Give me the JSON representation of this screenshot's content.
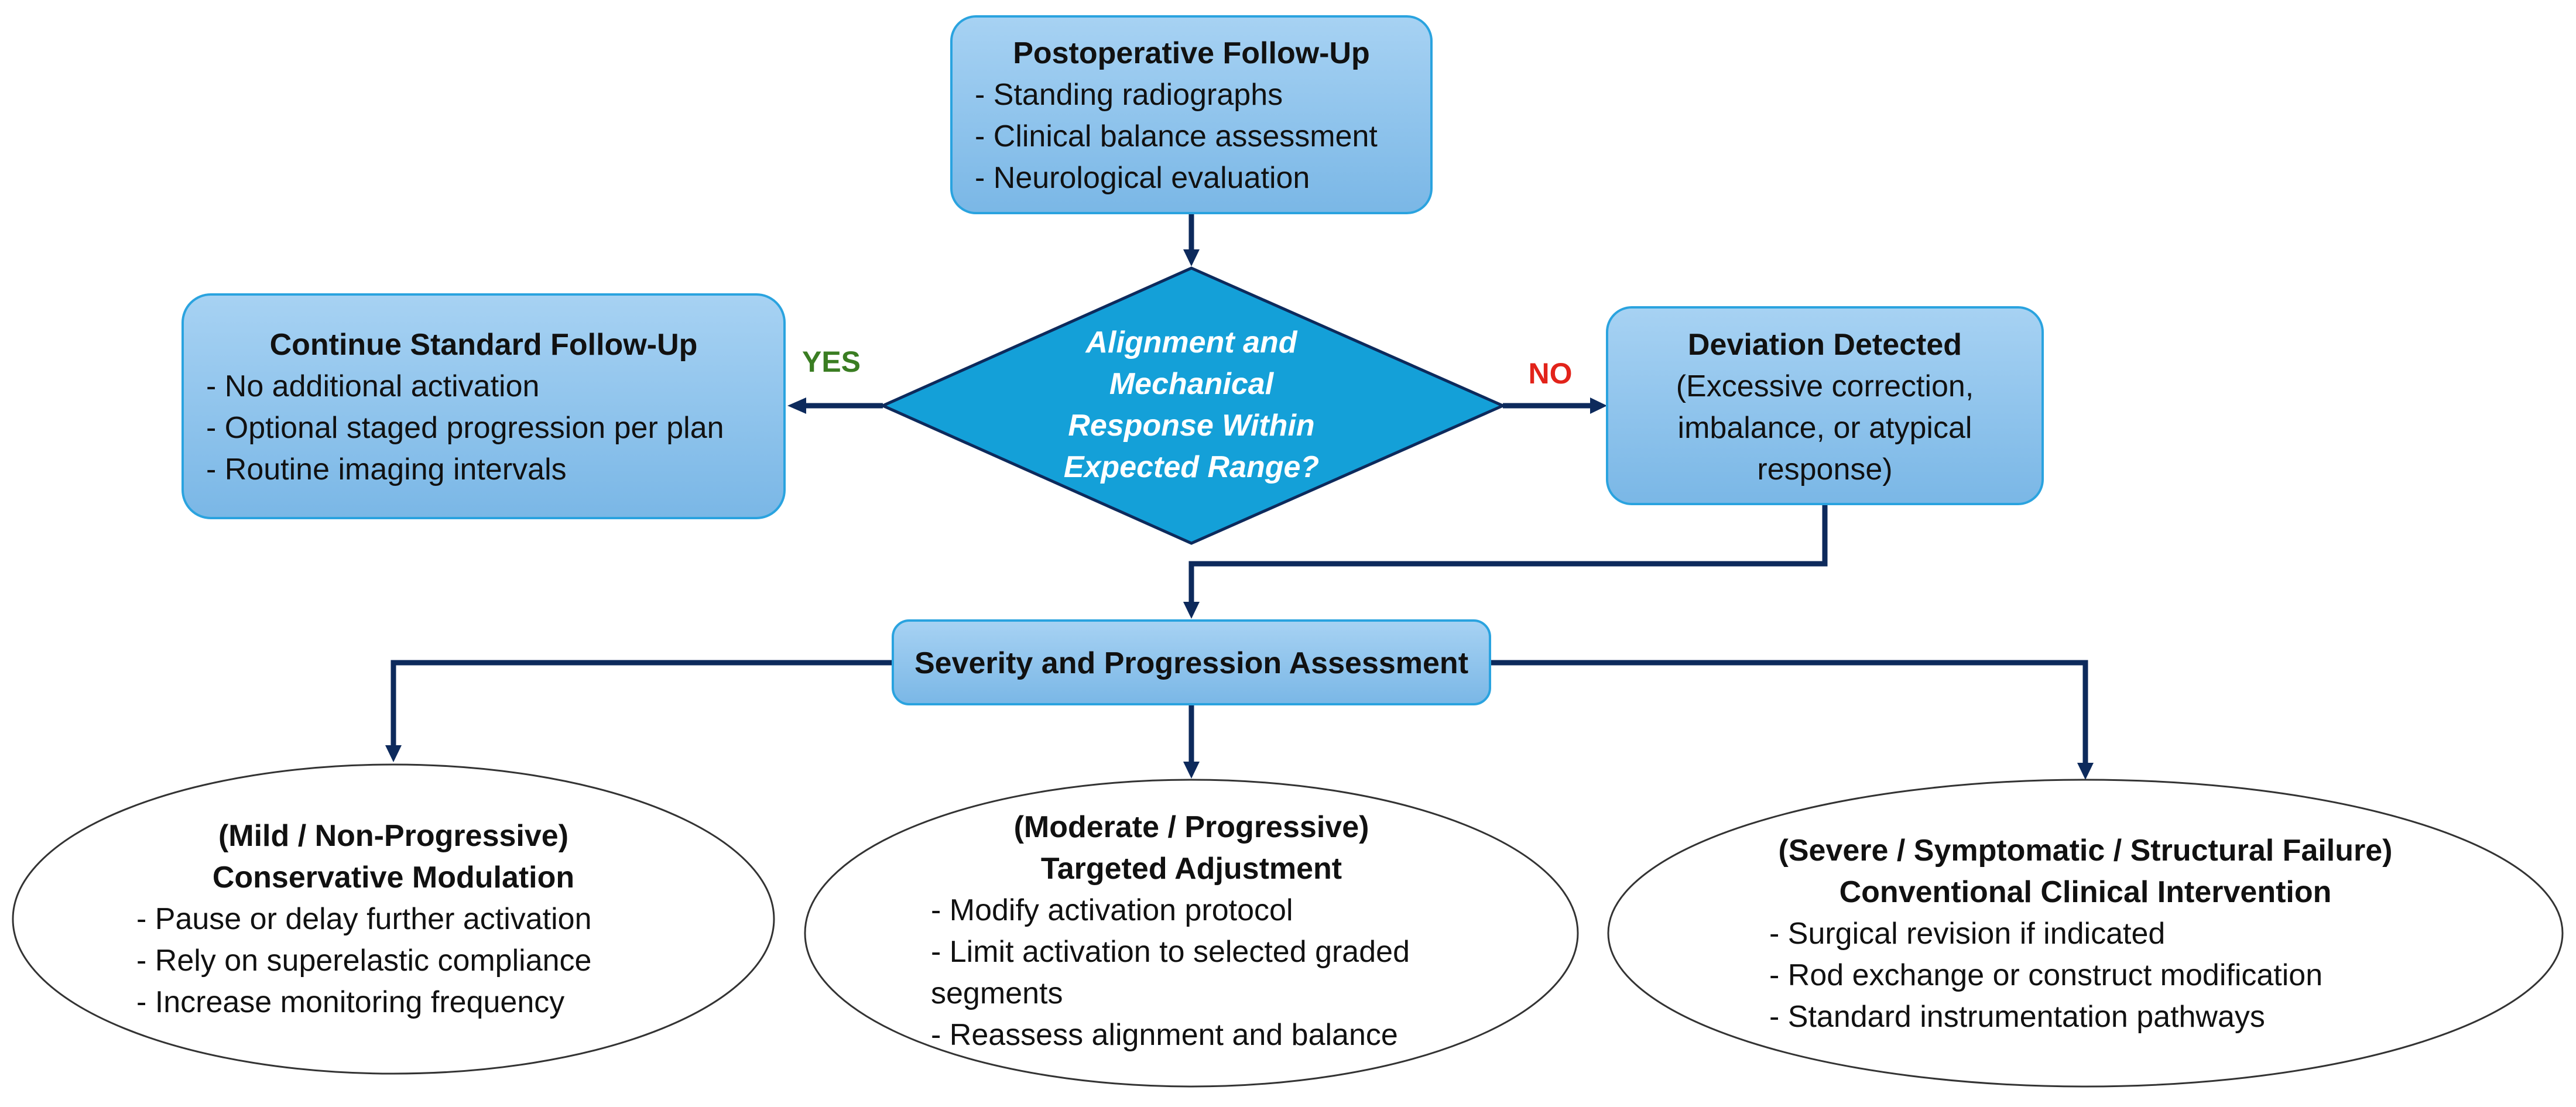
{
  "colors": {
    "connector": "#0d2a5c",
    "box_fill_top": "#a7d2f3",
    "box_fill_bottom": "#7ab7e6",
    "box_stroke": "#2aa3df",
    "decision_fill": "#14a0d8",
    "decision_stroke": "#0d2a5c",
    "yes": "#3a7d22",
    "no": "#e2231a",
    "ellipse_stroke": "#333333"
  },
  "postop": {
    "title": "Postoperative Follow-Up",
    "items": [
      "- Standing radiographs",
      "- Clinical balance assessment",
      "- Neurological evaluation"
    ]
  },
  "decision": {
    "lines": [
      "Alignment and",
      "Mechanical",
      "Response Within",
      "Expected Range?"
    ]
  },
  "yes_label": "YES",
  "no_label": "NO",
  "continue": {
    "title": "Continue Standard Follow-Up",
    "items": [
      "- No additional activation",
      "- Optional staged progression per plan",
      "- Routine imaging intervals"
    ]
  },
  "deviation": {
    "title": "Deviation Detected",
    "lines": [
      "(Excessive correction,",
      "imbalance, or atypical",
      "response)"
    ]
  },
  "severity": {
    "title": "Severity and Progression Assessment"
  },
  "mild": {
    "heading": "(Mild / Non-Progressive)",
    "title": "Conservative Modulation",
    "items": [
      "- Pause or delay further activation",
      "- Rely on superelastic compliance",
      "- Increase monitoring frequency"
    ]
  },
  "moderate": {
    "heading": "(Moderate / Progressive)",
    "title": "Targeted Adjustment",
    "items": [
      "- Modify activation protocol",
      "- Limit activation to selected graded",
      "segments",
      "- Reassess alignment and balance"
    ]
  },
  "severe": {
    "heading": "(Severe / Symptomatic / Structural Failure)",
    "title": "Conventional Clinical Intervention",
    "items": [
      "- Surgical revision if indicated",
      "- Rod exchange or construct modification",
      "- Standard instrumentation pathways"
    ]
  }
}
